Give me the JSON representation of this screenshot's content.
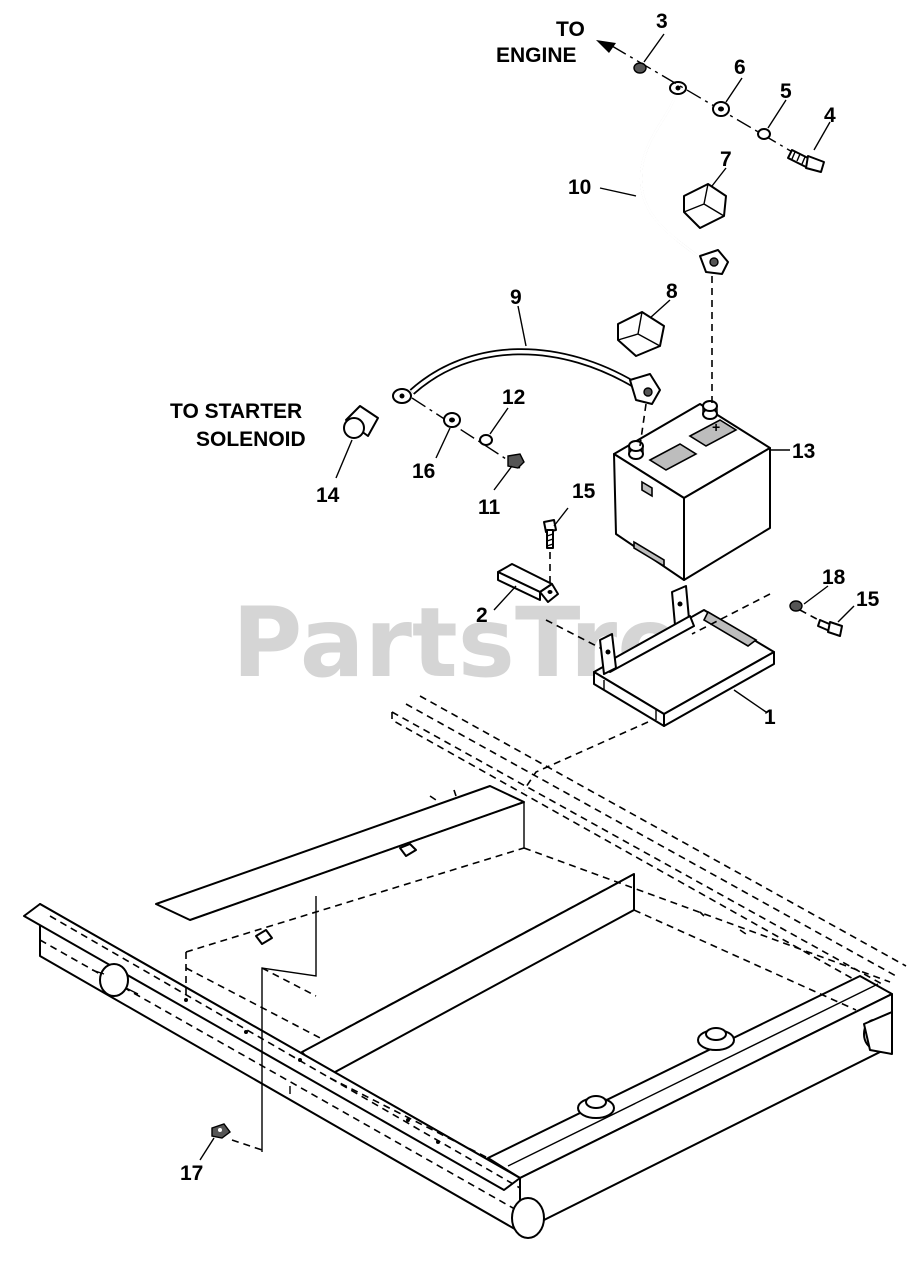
{
  "diagram": {
    "callouts": [
      {
        "id": "c1",
        "text": "1"
      },
      {
        "id": "c2",
        "text": "2"
      },
      {
        "id": "c3",
        "text": "3"
      },
      {
        "id": "c4",
        "text": "4"
      },
      {
        "id": "c5",
        "text": "5"
      },
      {
        "id": "c6",
        "text": "6"
      },
      {
        "id": "c7",
        "text": "7"
      },
      {
        "id": "c8",
        "text": "8"
      },
      {
        "id": "c9",
        "text": "9"
      },
      {
        "id": "c10",
        "text": "10"
      },
      {
        "id": "c11",
        "text": "11"
      },
      {
        "id": "c12",
        "text": "12"
      },
      {
        "id": "c13",
        "text": "13"
      },
      {
        "id": "c14",
        "text": "14"
      },
      {
        "id": "c15a",
        "text": "15"
      },
      {
        "id": "c15b",
        "text": "15"
      },
      {
        "id": "c16",
        "text": "16"
      },
      {
        "id": "c17",
        "text": "17"
      },
      {
        "id": "c18",
        "text": "18"
      }
    ],
    "captions": {
      "to_engine_line1": "TO",
      "to_engine_line2": "ENGINE",
      "to_starter_line1": "TO STARTER",
      "to_starter_line2": "SOLENOID"
    },
    "watermark": "PartsTree"
  }
}
